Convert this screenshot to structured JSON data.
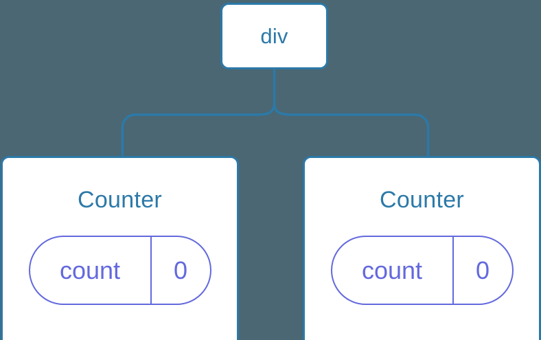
{
  "diagram": {
    "type": "component-tree",
    "background_color": "#4b6773",
    "node_border_color": "#2c79a8",
    "node_fill_color": "#ffffff",
    "node_text_color": "#2c79a8",
    "state_pill_color": "#6369dd",
    "connector_color": "#2c79a8"
  },
  "root": {
    "label": "div"
  },
  "children": [
    {
      "label": "Counter",
      "state": {
        "key": "count",
        "value": "0"
      }
    },
    {
      "label": "Counter",
      "state": {
        "key": "count",
        "value": "0"
      }
    }
  ]
}
